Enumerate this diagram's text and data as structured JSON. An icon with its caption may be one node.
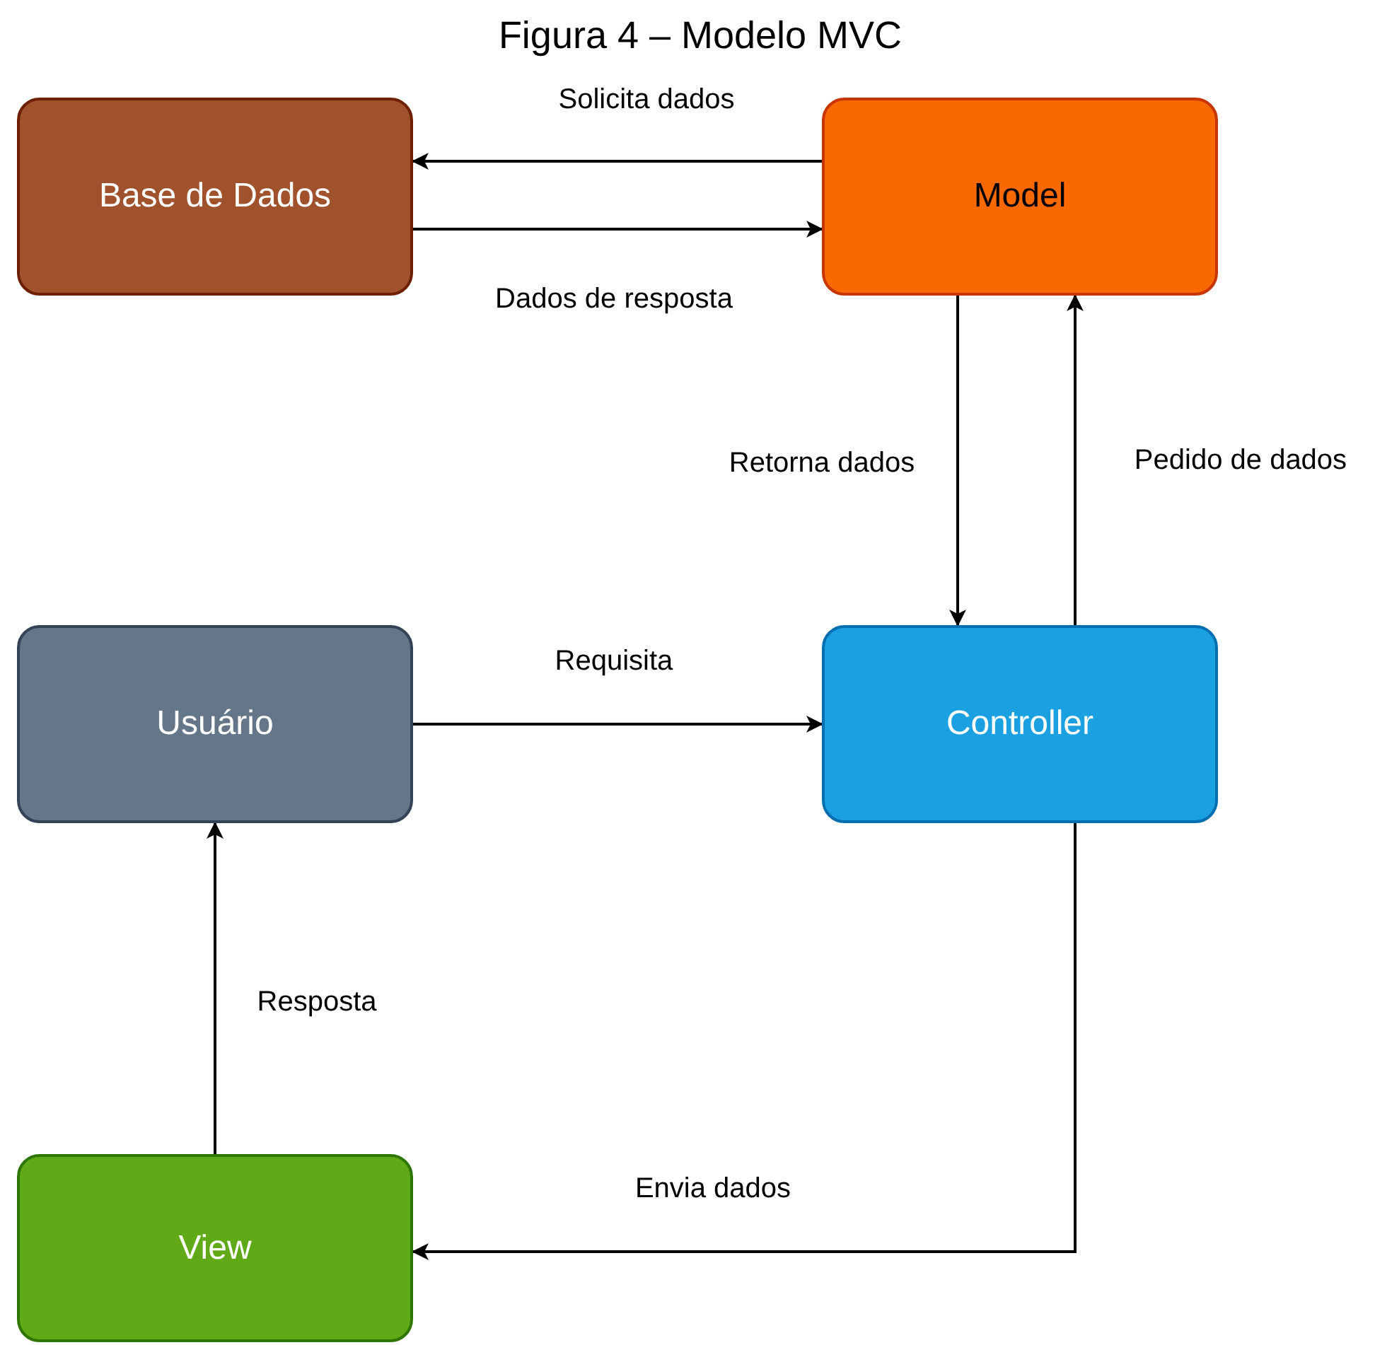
{
  "diagram": {
    "title": "Figura 4 – Modelo MVC",
    "nodes": [
      {
        "text": [
          "Base de Dados"
        ]
      },
      {
        "text": [
          "Model"
        ]
      },
      {
        "text": [
          "Usuário"
        ]
      },
      {
        "text": [
          "Controller"
        ]
      },
      {
        "text": [
          "View"
        ]
      }
    ],
    "edges": [
      {
        "from": 1,
        "to": 0,
        "arrow": "to",
        "label": "Solicita dados"
      },
      {
        "from": 0,
        "to": 1,
        "arrow": "to",
        "label": "Dados de resposta"
      },
      {
        "from": 1,
        "to": 3,
        "arrow": "to",
        "label": "Retorna dados"
      },
      {
        "from": 3,
        "to": 1,
        "arrow": "to",
        "label": "Pedido de dados"
      },
      {
        "from": 2,
        "to": 3,
        "arrow": "to",
        "label": "Requisita"
      },
      {
        "from": 3,
        "to": 4,
        "arrow": "to",
        "label": "Envia dados"
      },
      {
        "from": 4,
        "to": 2,
        "arrow": "to",
        "label": "Resposta"
      }
    ]
  }
}
